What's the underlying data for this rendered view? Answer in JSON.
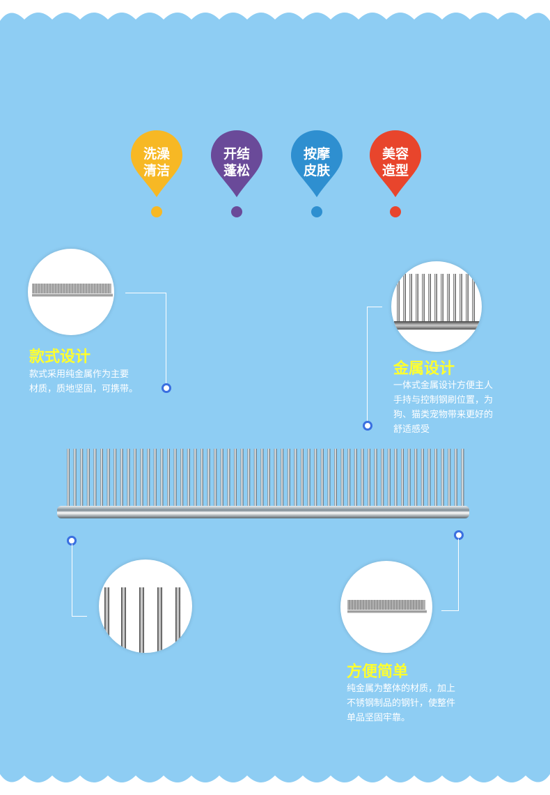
{
  "badges": [
    {
      "line1": "洗澡",
      "line2": "清洁",
      "color": "#f7b824"
    },
    {
      "line1": "开结",
      "line2": "蓬松",
      "color": "#6a4a99"
    },
    {
      "line1": "按摩",
      "line2": "皮肤",
      "color": "#2e8fd0"
    },
    {
      "line1": "美容",
      "line2": "造型",
      "color": "#e8452c"
    }
  ],
  "features": {
    "style": {
      "title": "款式设计",
      "desc_line1": "款式采用纯金属作为主要",
      "desc_line2": "材质，质地坚固，可携带。"
    },
    "metal": {
      "title": "金属设计",
      "desc_line1": "一体式金属设计方便主人",
      "desc_line2": "手持与控制钢刷位置，为",
      "desc_line3": "狗、猫类宠物带来更好的",
      "desc_line4": "舒适感受"
    },
    "simple": {
      "title": "方便简单",
      "desc_line1": "纯金属为整体的材质，加上",
      "desc_line2": "不锈钢制品的钢针，使整件",
      "desc_line3": "单品坚固牢靠。"
    }
  },
  "colors": {
    "background": "#8ecdf3",
    "heading": "#ffff2e",
    "dot_ring": "#3a6fe0"
  }
}
